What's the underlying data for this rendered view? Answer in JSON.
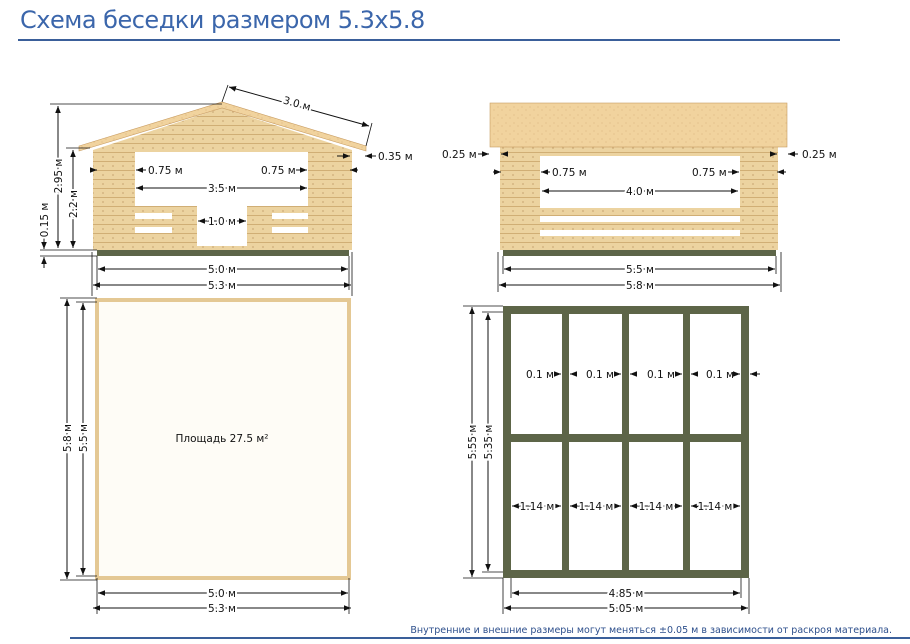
{
  "title": "Схема беседки размером 5.3х5.8",
  "front_view": {
    "roof_slope": "3.0 м",
    "overhang": "0.35 м",
    "total_height": "2.95 м",
    "wall_height": "2.2 м",
    "foundation_height": "0.15 м",
    "left_wall": "0.75 м",
    "right_wall": "0.75 м",
    "opening": "3.5 м",
    "door": "1.0 м",
    "inner_width": "5.0 м",
    "outer_width": "5.3 м"
  },
  "side_view": {
    "overhang_left": "0.25 м",
    "overhang_right": "0.25 м",
    "left_wall": "0.75 м",
    "right_wall": "0.75 м",
    "opening": "4.0 м",
    "inner_width": "5.5 м",
    "outer_width": "5.8 м"
  },
  "floor_plan": {
    "outer_length": "5.8 м",
    "inner_length": "5.5 м",
    "area": "Площадь 27.5 м²",
    "inner_width": "5.0 м",
    "outer_width": "5.3 м"
  },
  "frame_plan": {
    "outer_length": "5.55 м",
    "inner_length": "5.35 м",
    "beam_gaps": [
      "0.1 м",
      "0.1 м",
      "0.1 м",
      "0.1 м"
    ],
    "spans": [
      "1.14 м",
      "1.14 м",
      "1.14 м",
      "1.14 м"
    ],
    "inner_width": "4.85 м",
    "outer_width": "5.05 м"
  },
  "footnote": "Внутренние и внешние размеры могут меняться ±0.05 м в зависимости от раскроя материала.",
  "colors": {
    "title": "#3b66ab",
    "wood": "#ebd29e",
    "roof": "#f0d29c",
    "beam": "#5d6548"
  }
}
